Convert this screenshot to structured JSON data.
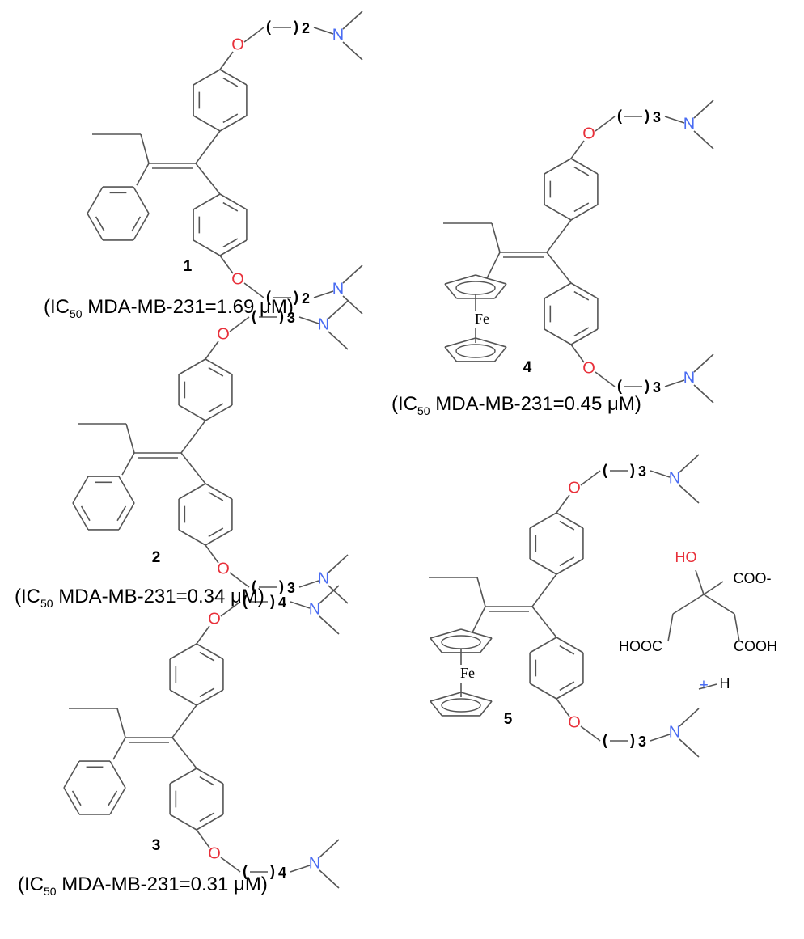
{
  "figure": {
    "compounds": [
      {
        "number": "1",
        "ic50_prefix": "(IC",
        "ic50_sub": "50",
        "ic50_text": " MDA-MB-231=1.69 μM)",
        "chain_n": "2"
      },
      {
        "number": "2",
        "ic50_prefix": "(IC",
        "ic50_sub": "50",
        "ic50_text": " MDA-MB-231=0.34 μM)",
        "chain_n": "3"
      },
      {
        "number": "3",
        "ic50_prefix": "(IC",
        "ic50_sub": "50",
        "ic50_text": " MDA-MB-231=0.31 μM)",
        "chain_n": "4"
      },
      {
        "number": "4",
        "ic50_prefix": "(IC",
        "ic50_sub": "50",
        "ic50_text": " MDA-MB-231=0.45 μM)",
        "chain_n": "3"
      },
      {
        "number": "5",
        "chain_n": "3"
      }
    ],
    "atoms": {
      "oxygen": "O",
      "nitrogen": "N",
      "iron": "Fe",
      "h": "H",
      "plus": "+"
    },
    "citrate": {
      "ho": "HO",
      "coo_minus": "COO-",
      "hooc": "HOOC",
      "cooh": "COOH"
    },
    "colors": {
      "oxygen": "#e8303a",
      "nitrogen": "#4a6cf2",
      "bond": "#555555"
    }
  }
}
